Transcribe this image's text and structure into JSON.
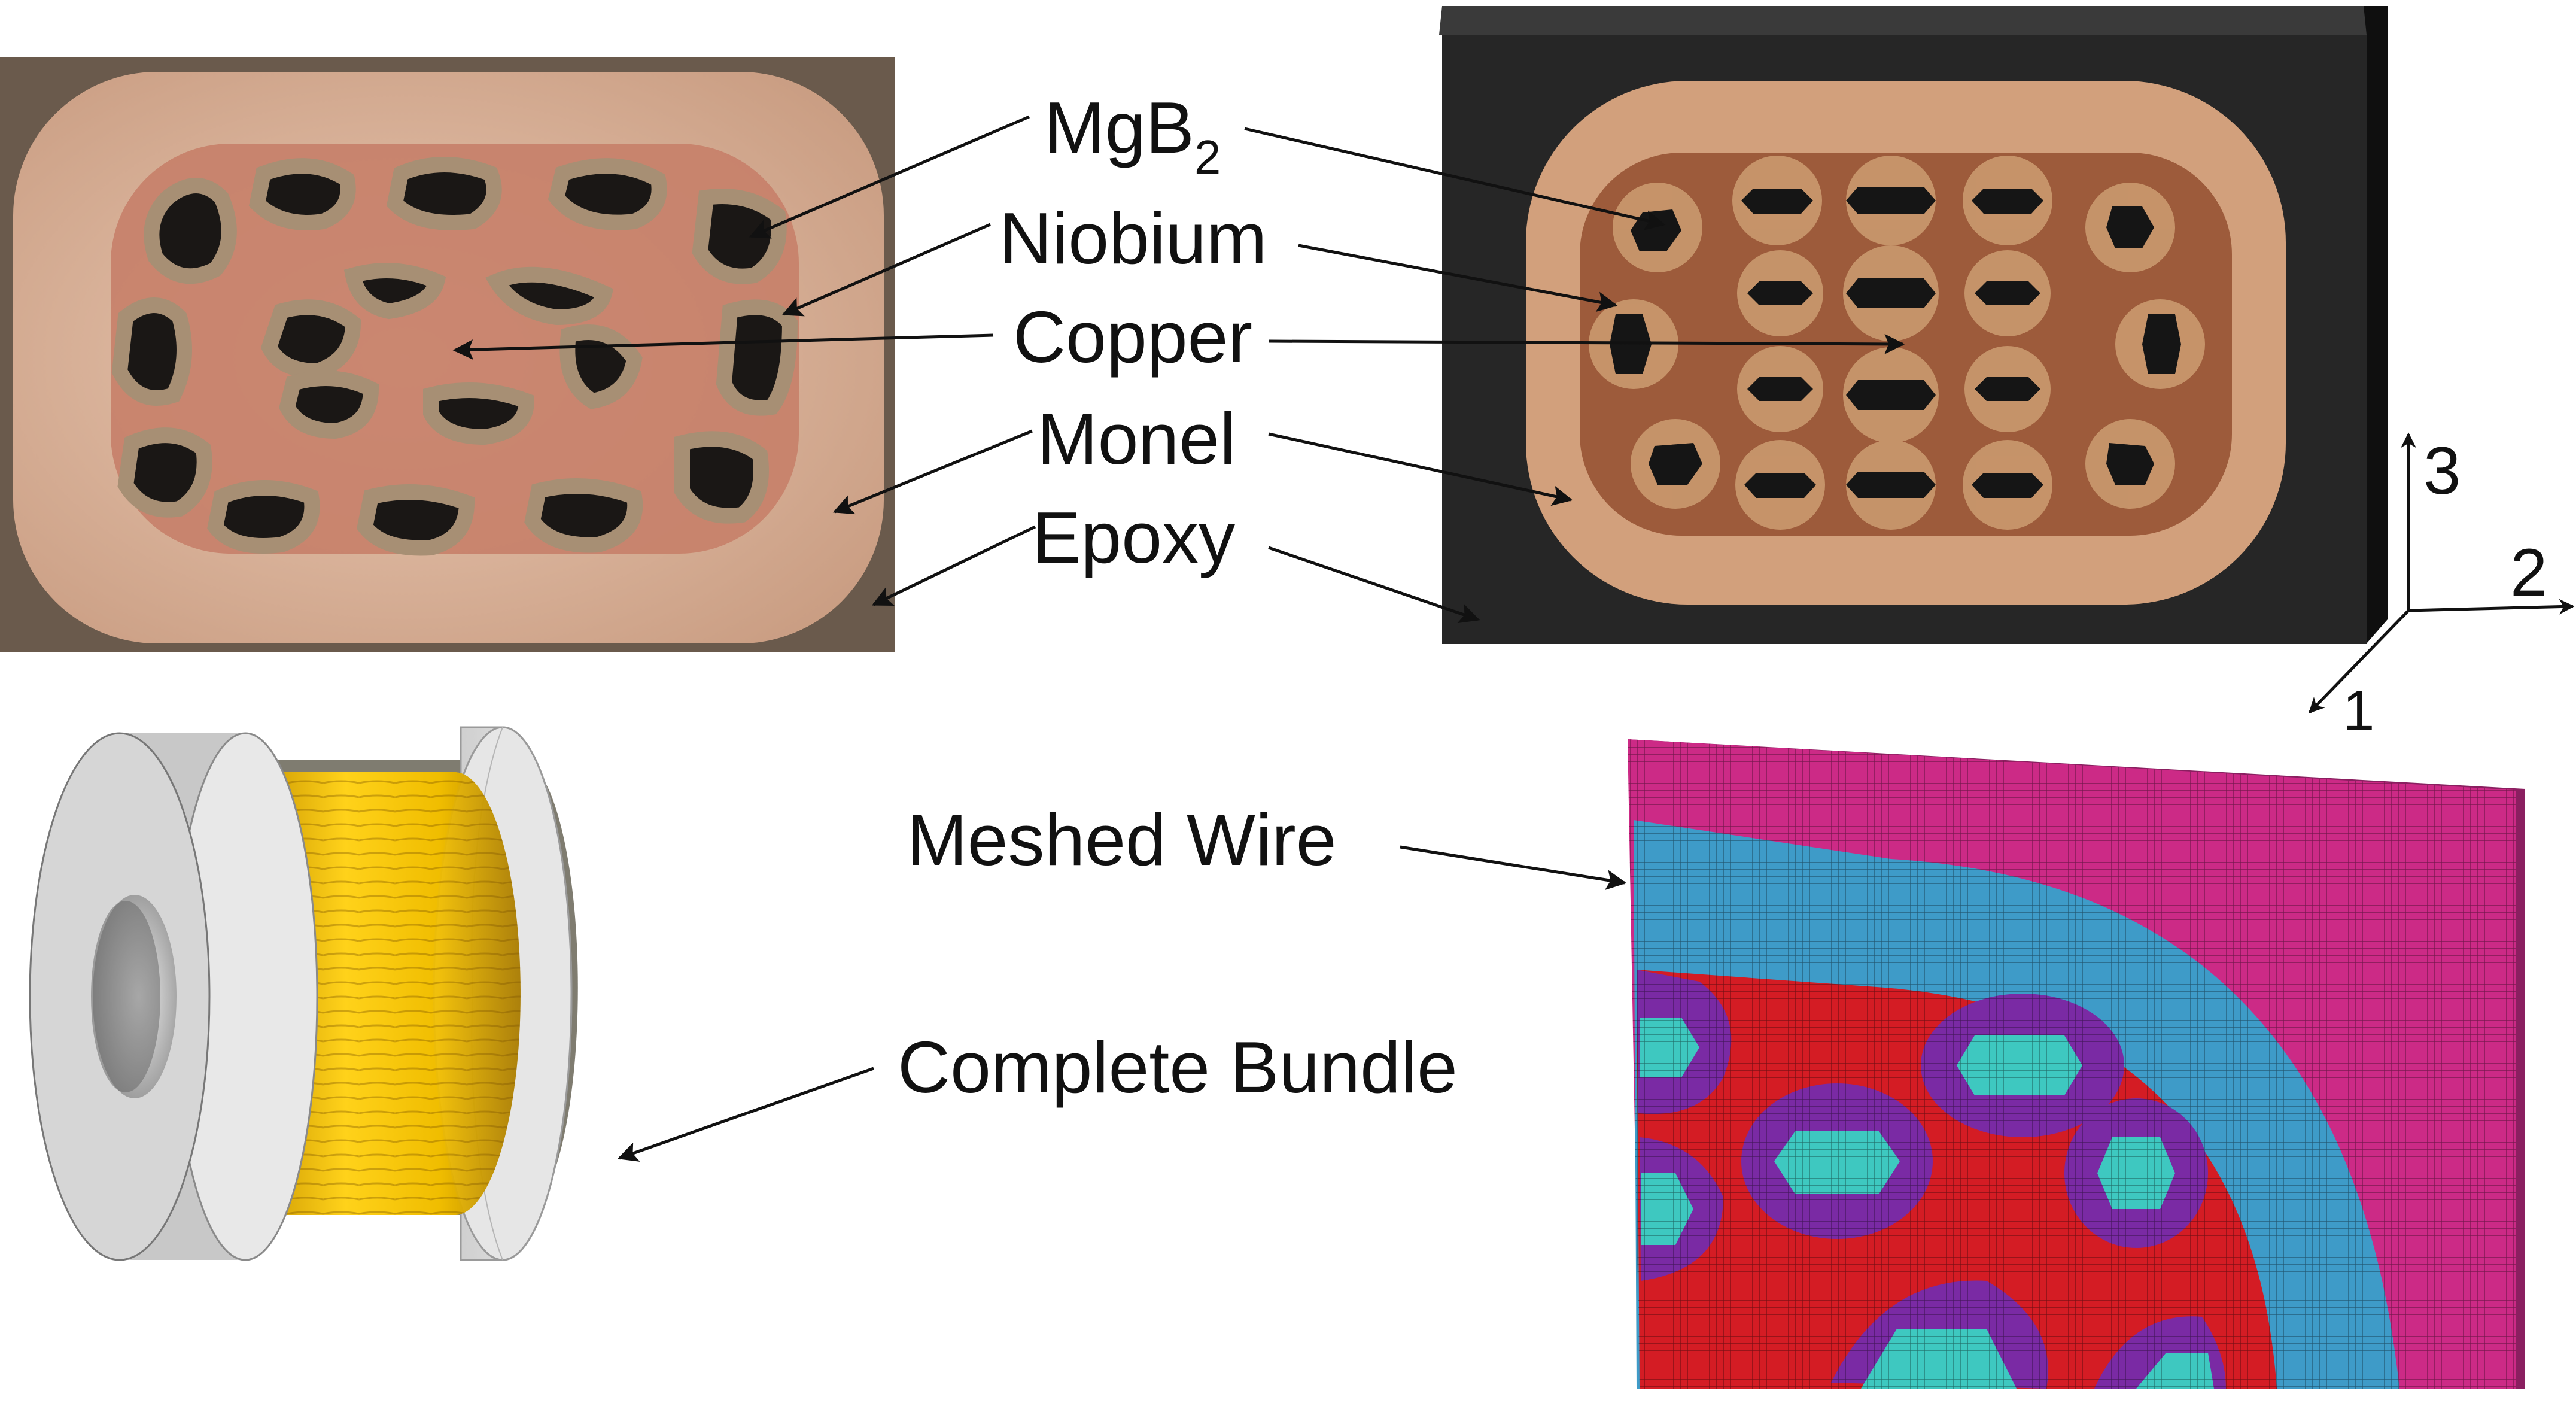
{
  "labels": {
    "mgb2_main": "MgB",
    "mgb2_sub": "2",
    "niobium": "Niobium",
    "copper": "Copper",
    "monel": "Monel",
    "epoxy": "Epoxy",
    "meshed_wire": "Meshed Wire",
    "complete_bundle": "Complete Bundle"
  },
  "axes": {
    "axis_3": "3",
    "axis_2": "2",
    "axis_1": "1"
  },
  "colors": {
    "epoxy": "#262626",
    "monel": "#d2a07c",
    "copper_matrix": "#9d5b3b",
    "niobium": "#c8976c",
    "mgb2": "#151515",
    "spool_flange": "#d8d8d8",
    "spool_winding": "#f1c000",
    "mesh_epoxy": "#cc2a86",
    "mesh_monel": "#3e9bc8",
    "mesh_copper": "#d41c24",
    "mesh_niobium": "#7a2aa4",
    "mesh_mgb2": "#3ec8c0",
    "micrograph_bg": "#d9b49a",
    "micrograph_inner": "#c47f68"
  },
  "icons": [
    "arrow-icon",
    "axis-triad-icon"
  ]
}
